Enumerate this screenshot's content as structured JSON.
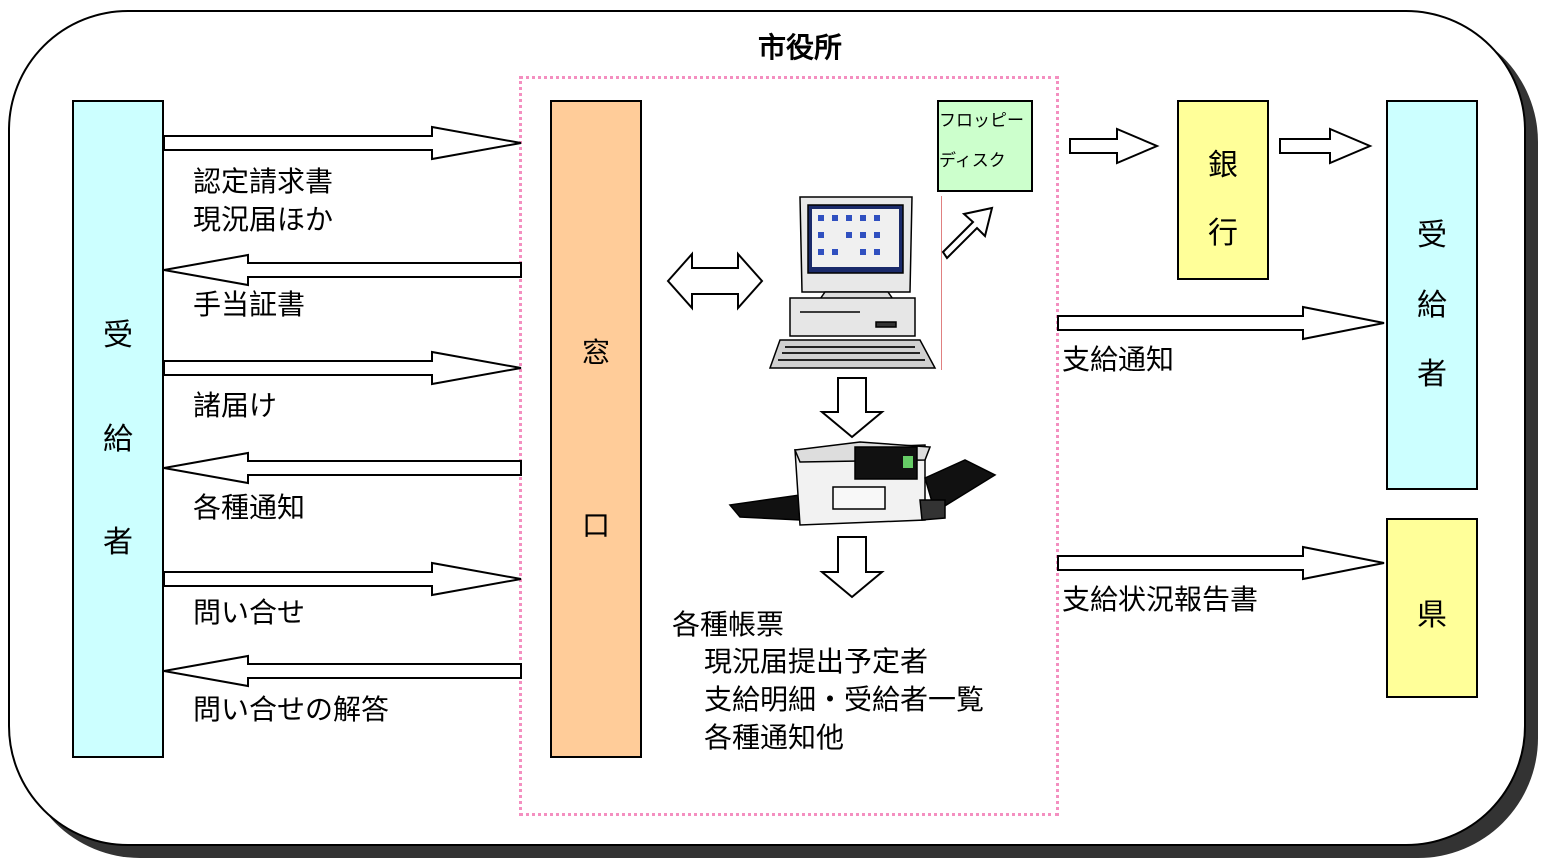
{
  "title": "市役所",
  "left_recipient": [
    "受",
    "給",
    "者"
  ],
  "window": [
    "窓",
    "口"
  ],
  "floppy": [
    "フロッピー",
    "ディスク"
  ],
  "bank": [
    "銀",
    "行"
  ],
  "right_recipient": [
    "受",
    "給",
    "者"
  ],
  "prefecture": "県",
  "left_labels": {
    "nintei": [
      "認定請求書",
      "現況届ほか"
    ],
    "teate": "手当証書",
    "shotodoke": "諸届け",
    "kakushu_tsuchi": "各種通知",
    "toiawase": "問い合せ",
    "kaito": "問い合せの解答"
  },
  "right_labels": {
    "shikyu_tsuchi": "支給通知",
    "houkoku": "支給状況報告書"
  },
  "reports": {
    "heading": "各種帳票",
    "items": [
      "現況届提出予定者",
      "支給明細・受給者一覧",
      "各種通知他"
    ]
  },
  "colors": {
    "recipient_fill": "#ccffff",
    "window_fill": "#ffcc99",
    "floppy_fill": "#ccffcc",
    "bank_fill": "#ffff99",
    "prefecture_fill": "#ffff99",
    "zone_border": "#f48fc0"
  }
}
